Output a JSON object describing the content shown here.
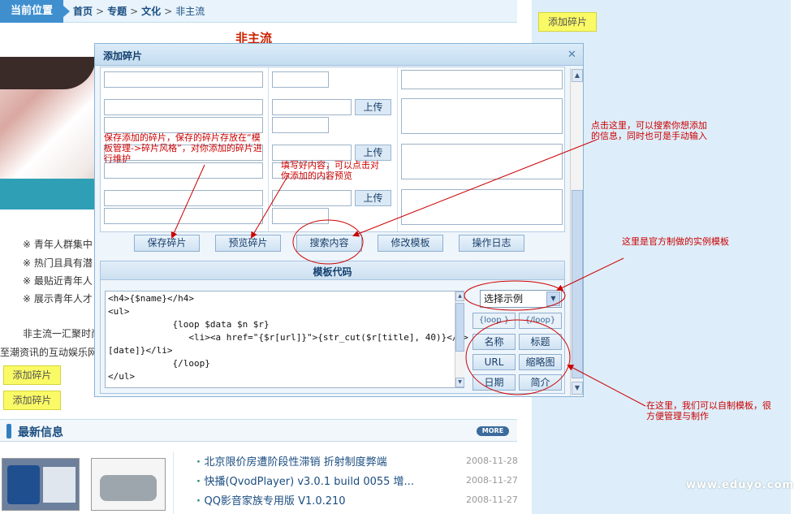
{
  "breadcrumb": {
    "tag": "当前位置",
    "items": [
      "首页",
      "专题",
      "文化"
    ],
    "current": "非主流",
    "separator": ">"
  },
  "right_panel": {
    "add_fragment": "添加碎片"
  },
  "article": {
    "title": "非主流",
    "bullets": [
      "※  青年人群集中",
      "※  热门且具有潜",
      "※  最贴近青年人",
      "※  展示青年人才"
    ],
    "intro": "非主流一汇聚时尚",
    "intro2": "至潮资讯的互动娱乐网",
    "add_fragment_1": "添加碎片",
    "add_fragment_2": "添加碎片"
  },
  "news": {
    "heading": "最新信息",
    "more": "MORE",
    "items": [
      {
        "title": "北京限价房遭阶段性滞销 折射制度弊端",
        "date": "2008-11-28"
      },
      {
        "title": "快播(QvodPlayer) v3.0.1 build 0055 增...",
        "date": "2008-11-27"
      },
      {
        "title": "QQ影音家族专用版 V1.0.210",
        "date": "2008-11-27"
      }
    ]
  },
  "dialog": {
    "title": "添加碎片",
    "close": "✕",
    "upload_label": "上传",
    "actions": {
      "save": "保存碎片",
      "preview": "预览碎片",
      "search": "搜索内容",
      "edit_template": "修改模板",
      "log": "操作日志"
    },
    "template": {
      "heading": "模板代码",
      "code": [
        "<h4>{$name}</h4>",
        "<ul>",
        "            {loop $data $n $r}",
        "               <li><a href=\"{$r[url]}\">{str_cut($r[title], 40)}</a> {$r",
        "[date]}</li>",
        "            {/loop}",
        "</ul>"
      ],
      "select_value": "选择示例",
      "loop_open": "{loop }",
      "loop_close": "{/loop}",
      "tags": [
        "名称",
        "标题",
        "URL",
        "缩略图",
        "日期",
        "简介"
      ]
    }
  },
  "annotations": {
    "save_note": "保存添加的碎片，保存的碎片存放在“模板管理->碎片风格”，对你添加的碎片进行维护",
    "preview_note": "填写好内容，可以点击对你添加的内容预览",
    "search_note": "点击这里，可以搜索你想添加的信息，同时也可是手动输入",
    "example_note": "这里是官方制做的实例模板",
    "custom_note": "在这里，我们可以自制模板，很方便管理与制作"
  },
  "watermark": "www.eduyo.com",
  "colors": {
    "accent": "#3f8fcf",
    "annotation": "#cc0000",
    "chip": "#fafa66"
  }
}
